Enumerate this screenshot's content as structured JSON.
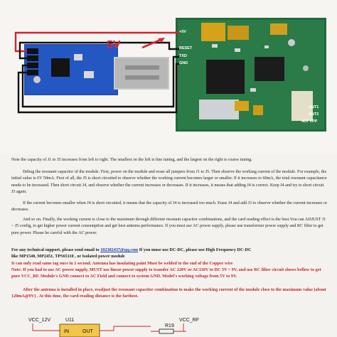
{
  "photo": {
    "voltage_label": "5V",
    "pins": [
      "+5V",
      "RESET",
      "TXD",
      "GND"
    ],
    "antenna_pins": [
      "ANT1",
      "ANT2"
    ],
    "power_pins": "46V VPP",
    "colors": {
      "board_blue": "#1e4fb5",
      "board_green": "#1f6a3c",
      "wire_red": "#d4232b",
      "wire_black": "#111111",
      "arrow_red": "#e3262c"
    }
  },
  "instructions": {
    "p1": "Note the capacity of J1 to J5 increases from left to right. The smallest on the left is fine tuning, and the largest on the right is coarse tuning.",
    "p2": "Debug the resonant capacitor of the module. First, power on the module and erase all jumpers from J1 to J5. Then observe the working current of the module. For example, the initial value is 6V 50mA. First of all, the J5 is short circuited to observe whether the working current becomes larger or smaller. If it increases to 60mA, the total resonant capacitance needs to be increased. Then short circuit J4, and observe whether the current increases or decreases. If it increases, it means that adding J4 is correct. Keep J4 and try to short circuit J3 again.",
    "p3": "If the current becomes smaller when J4 is short circuited, it means that the capacity of J4 is increased too much. Erase J4 and add J3 to observe whether the current increases or decreases.",
    "p4": "And so on. Finally, the working current is close to the maximum through different resonant capacitor combinations, and the card reading effect is the best.You can ADJUST J1 ~ J5 config, to get higher power current consumption and get best antenna performance. If you must use AC power supply, please use transformer power supply and RC filter to get pure power. Please be careful with the AC power."
  },
  "contact": {
    "line1_prefix": "For any technical support, please send email to",
    "email": "102302437@qq.com",
    "line1_suffix": "If you muse use DC-DC, please use High Frequency DC-DC",
    "line2": "like MP1540, MP2451, TPS65110 , or Isolated power module"
  },
  "notes": {
    "n1": "It can only read same tag once in 1 second.   Antenna has insulating paint Must be welded to the end of the Copper wire",
    "n2": "Note: If you had to use AC power supply, MUST use linear power supply to transfer AC 220V or AC110V to DC 5V ~ 9V, and use RC filter circuit shows bellow to get pure VCC_RF.   Module's GND connect to AC Field and connect to system GND.   Model's working voltage from 5V to 9V.",
    "n3": "After the antenna is installed in place, readjust the resonant capacitor combination to make the working current of the module close to the maximum value (about 120mA@9V) . At this time, the card reading distance is the farthest."
  },
  "schematic": {
    "vcc_in": "VCC_12V",
    "regulator_ref": "U11",
    "regulator_in": "IN",
    "regulator_out": "OUT",
    "resistor_ref": "R19",
    "vcc_out": "VCC_RF"
  }
}
